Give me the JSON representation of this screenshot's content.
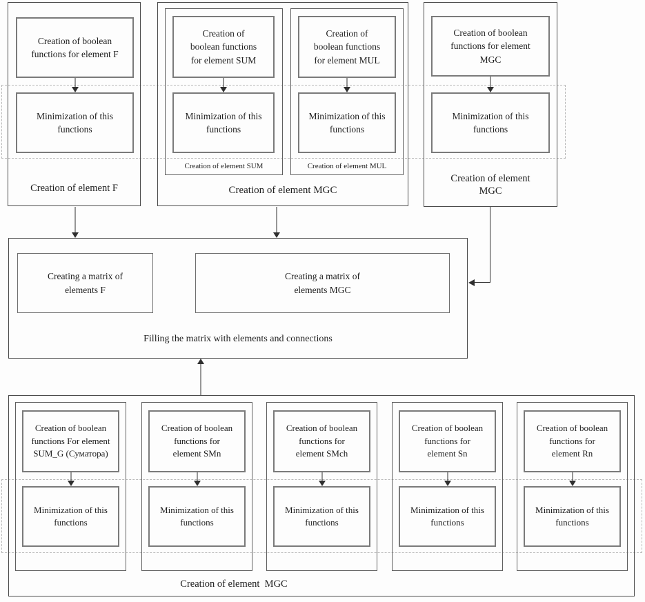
{
  "diagram": {
    "top": {
      "f": {
        "creation": "Creation of boolean functions for element F",
        "minimization": "Minimization of this functions",
        "label": "Creation of element F"
      },
      "mgc_group": {
        "label": "Creation of element MGC",
        "sum": {
          "creation": "Creation of boolean functions for element SUM",
          "minimization": "Minimization of this functions",
          "label": "Creation of element SUM"
        },
        "mul": {
          "creation": "Creation of boolean functions for element MUL",
          "minimization": "Minimization of this functions",
          "label": "Creation of element MUL"
        }
      },
      "mgc": {
        "creation": "Creation of boolean functions for element MGC",
        "minimization": "Minimization of this functions",
        "label": "Creation of element MGC"
      }
    },
    "matrix": {
      "matrix_f": "Creating a matrix of elements F",
      "matrix_mgc": "Creating a matrix of elements MGC",
      "caption": "Filling the matrix with elements and connections"
    },
    "bottom": {
      "label": "Creation of element  MGC",
      "groups": [
        {
          "creation": "Creation of boolean functions For element SUM_G (Суматора)",
          "minimization": "Minimization of this functions"
        },
        {
          "creation": "Creation of boolean functions for element SMn",
          "minimization": "Minimization of this functions"
        },
        {
          "creation": "Creation of boolean functions for element SMch",
          "minimization": "Minimization of this functions"
        },
        {
          "creation": "Creation of boolean functions for element Sn",
          "minimization": "Minimization of this functions"
        },
        {
          "creation": "Creation of boolean functions for element Rn",
          "minimization": "Minimization of this functions"
        }
      ]
    },
    "colors": {
      "outer_border": "#4a4a4a",
      "inner_border": "#7a7a7a",
      "dashed_border": "#b8b8b8",
      "arrow": "#2f2f2f",
      "text": "#1e1e1e",
      "background": "#fdfdfd"
    }
  }
}
